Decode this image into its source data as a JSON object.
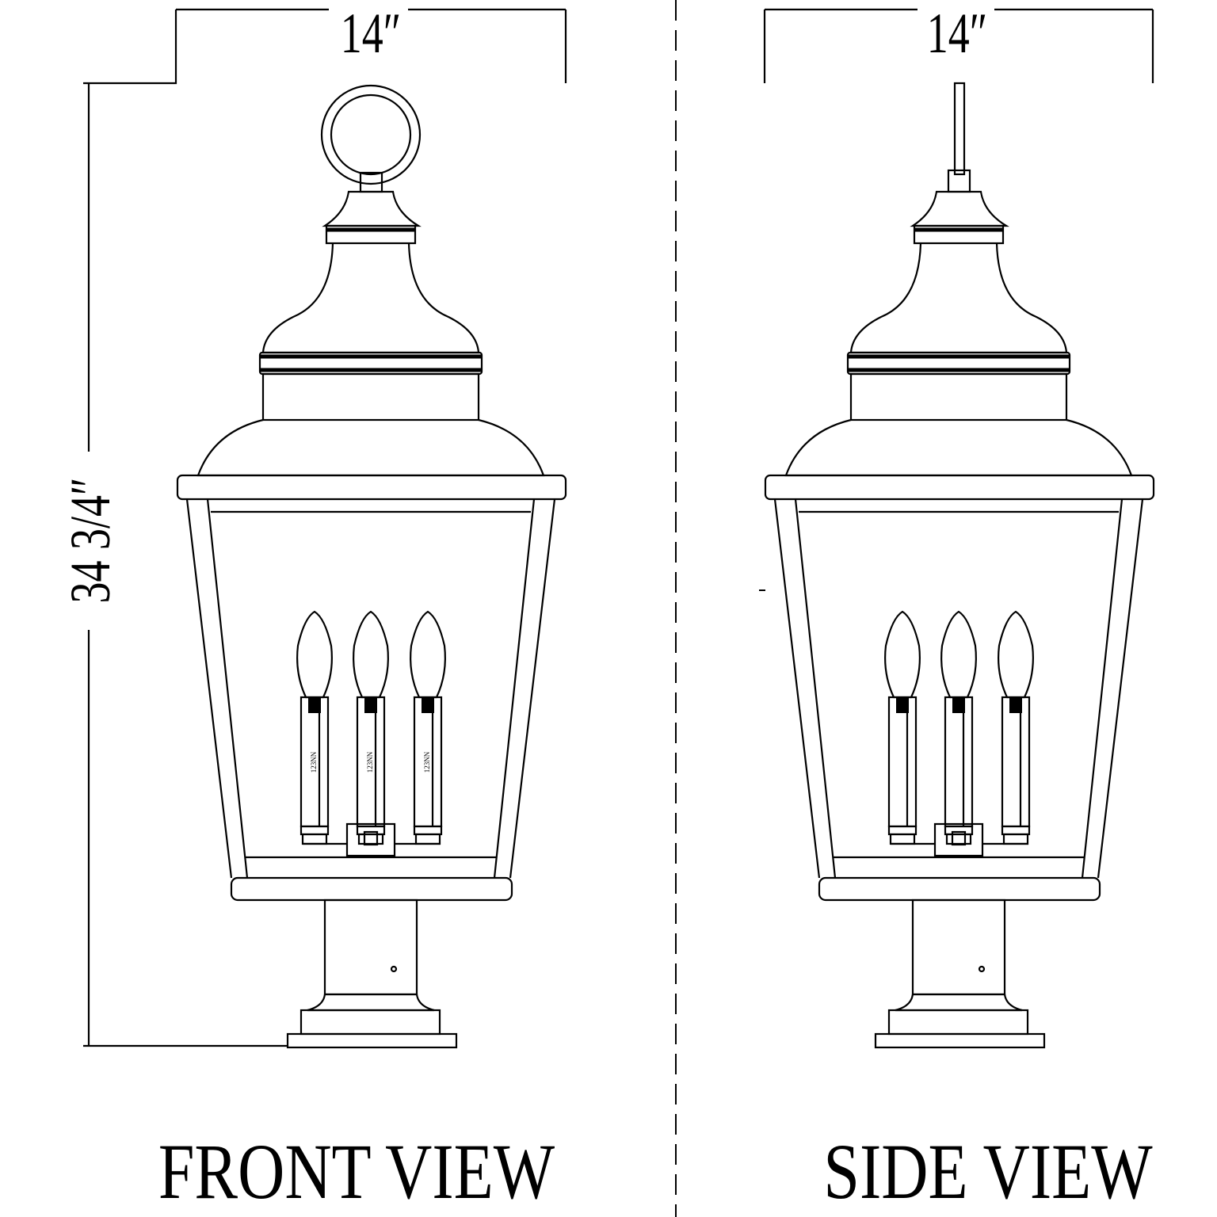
{
  "dimensions": {
    "front_width": "14″",
    "side_width": "14″",
    "height": "34 3/4″"
  },
  "candle_label": "123NN",
  "labels": {
    "front_view": "FRONT VIEW",
    "side_view": "SIDE VIEW"
  },
  "colors": {
    "line": "#000000",
    "background": "#ffffff"
  }
}
